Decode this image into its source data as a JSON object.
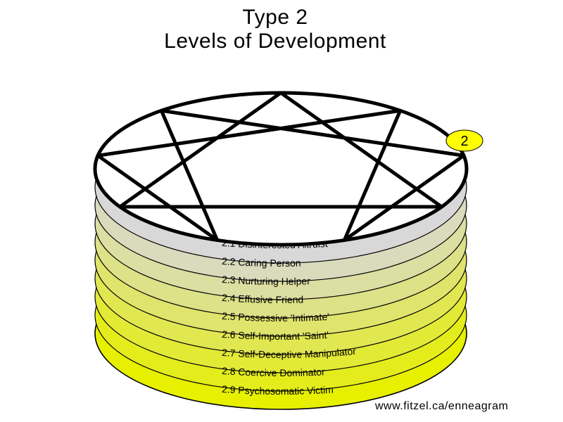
{
  "title": {
    "line1": "Type 2",
    "line2": "Levels of Development"
  },
  "type_badge": "2",
  "colors": {
    "top_band": "#d8d8d8",
    "bottom_band": "#e6f000",
    "badge": "#ffff00",
    "outline": "#000000"
  },
  "levels": [
    {
      "number": "2.1",
      "label": "Disinterested Altruist",
      "text": "2.1 Disinterested Altruist"
    },
    {
      "number": "2.2",
      "label": "Caring Person",
      "text": "2.2 Caring Person"
    },
    {
      "number": "2.3",
      "label": "Nurturing Helper",
      "text": "2.3 Nurturing Helper"
    },
    {
      "number": "2.4",
      "label": "Effusive Friend",
      "text": "2.4 Effusive Friend"
    },
    {
      "number": "2.5",
      "label": "Possessive 'Intimate'",
      "text": "2.5 Possessive 'Intimate'"
    },
    {
      "number": "2.6",
      "label": "Self-Important 'Saint'",
      "text": "2.6 Self-Important 'Saint'"
    },
    {
      "number": "2.7",
      "label": "Self-Deceptive Manipulator",
      "text": "2.7 Self-Deceptive Manipulator"
    },
    {
      "number": "2.8",
      "label": "Coercive Dominator",
      "text": "2.8 Coercive Dominator"
    },
    {
      "number": "2.9",
      "label": "Psychosomatic Victim",
      "text": "2.9 Psychosomatic Victim"
    }
  ],
  "credit": "www.fitzel.ca/enneagram"
}
